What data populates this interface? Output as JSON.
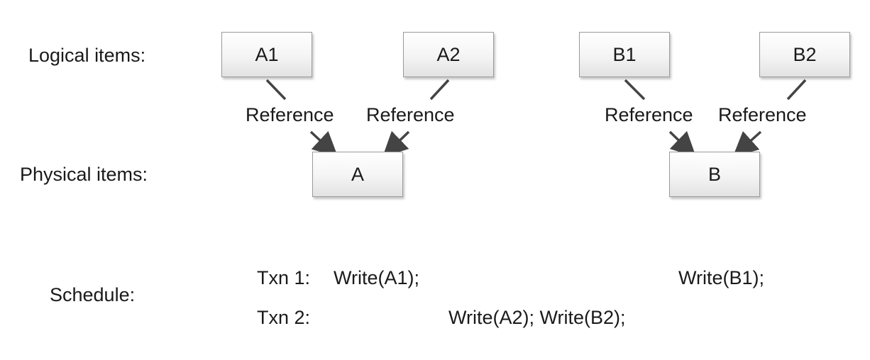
{
  "labels": {
    "logical": "Logical items:",
    "physical": "Physical items:",
    "schedule": "Schedule:"
  },
  "logical_items": [
    "A1",
    "A2",
    "B1",
    "B2"
  ],
  "physical_items": [
    "A",
    "B"
  ],
  "reference_label": "Reference",
  "schedule": {
    "txn1_label": "Txn 1:",
    "txn2_label": "Txn 2:",
    "txn1_ops": [
      "Write(A1);",
      "Write(B1);"
    ],
    "txn2_ops": [
      "Write(A2); Write(B2);"
    ]
  }
}
